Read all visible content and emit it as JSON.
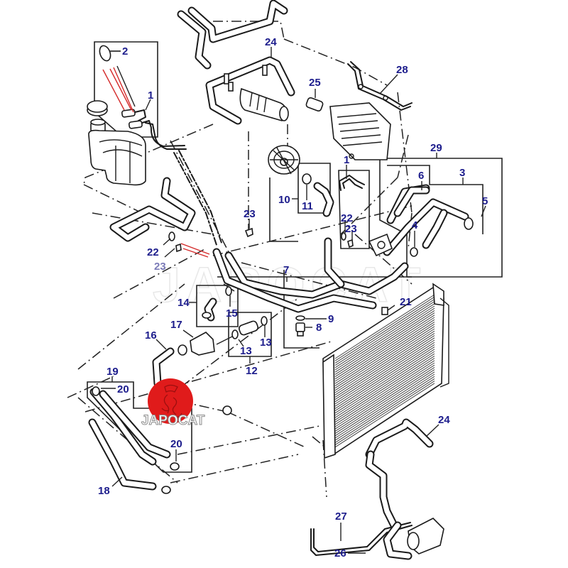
{
  "diagram": {
    "title": "Engine cooling system – hoses and radiator exploded view",
    "label_color": "#1c1c8c",
    "faded_label_color": "#7b7bb8",
    "leader_highlight_color": "#d42a2a",
    "watermark_text": "JAPOCAT",
    "callouts": [
      {
        "id": "c2",
        "text": "2"
      },
      {
        "id": "c1a",
        "text": "1"
      },
      {
        "id": "c24a",
        "text": "24"
      },
      {
        "id": "c25",
        "text": "25"
      },
      {
        "id": "c28",
        "text": "28"
      },
      {
        "id": "c29",
        "text": "29"
      },
      {
        "id": "c3",
        "text": "3"
      },
      {
        "id": "c6",
        "text": "6"
      },
      {
        "id": "c5",
        "text": "5"
      },
      {
        "id": "c4",
        "text": "4"
      },
      {
        "id": "c1b",
        "text": "1"
      },
      {
        "id": "c10",
        "text": "10"
      },
      {
        "id": "c11",
        "text": "11"
      },
      {
        "id": "c22a",
        "text": "22"
      },
      {
        "id": "c23a",
        "text": "23"
      },
      {
        "id": "c23b",
        "text": "23"
      },
      {
        "id": "c22b",
        "text": "22"
      },
      {
        "id": "c23c",
        "text": "23"
      },
      {
        "id": "c7",
        "text": "7"
      },
      {
        "id": "c14",
        "text": "14"
      },
      {
        "id": "c15",
        "text": "15"
      },
      {
        "id": "c9",
        "text": "9"
      },
      {
        "id": "c8",
        "text": "8"
      },
      {
        "id": "c21",
        "text": "21"
      },
      {
        "id": "c17",
        "text": "17"
      },
      {
        "id": "c16",
        "text": "16"
      },
      {
        "id": "c13a",
        "text": "13"
      },
      {
        "id": "c13b",
        "text": "13"
      },
      {
        "id": "c12",
        "text": "12"
      },
      {
        "id": "c19",
        "text": "19"
      },
      {
        "id": "c20a",
        "text": "20"
      },
      {
        "id": "c20b",
        "text": "20"
      },
      {
        "id": "c18",
        "text": "18"
      },
      {
        "id": "c24b",
        "text": "24"
      },
      {
        "id": "c27",
        "text": "27"
      },
      {
        "id": "c26",
        "text": "26"
      }
    ]
  },
  "logo": {
    "brand": "JAPOCAT",
    "circle_color": "#e01b1b"
  }
}
